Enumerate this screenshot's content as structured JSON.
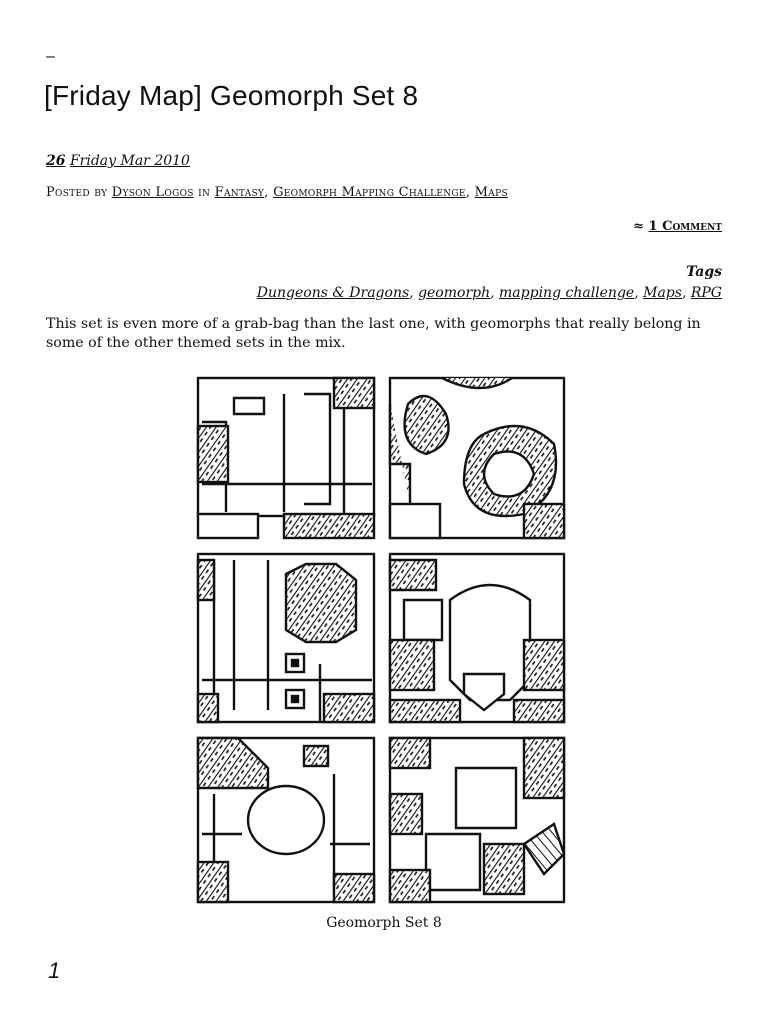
{
  "header": {
    "dash": "–",
    "title": "[Friday Map] Geomorph Set 8"
  },
  "meta": {
    "day": "26",
    "date_rest": "Friday Mar 2010",
    "posted_by_prefix": "Posted by",
    "author": "Dyson Logos",
    "in_word": "in",
    "categories": [
      "Fantasy",
      "Geomorph Mapping Challenge",
      "Maps"
    ],
    "comments_prefix": "≈",
    "comments_link": "1 Comment"
  },
  "tags": {
    "heading": "Tags",
    "items": [
      "Dungeons & Dragons",
      "geomorph",
      "mapping challenge",
      "Maps",
      "RPG"
    ]
  },
  "body": {
    "paragraph": "This set is even more of a grab-bag than the last one, with geomorphs that really belong in some of the other themed sets in the mix."
  },
  "figure": {
    "caption": "Geomorph Set 8"
  },
  "footer": {
    "page_number": "1"
  }
}
